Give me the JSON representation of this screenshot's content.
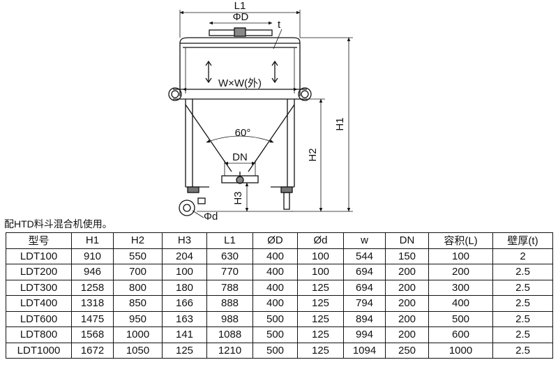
{
  "drawing": {
    "labels": {
      "l1": "L1",
      "phi_d_top": "ΦD",
      "t": "t",
      "wxw": "W×W(外)",
      "h1": "H1",
      "angle": "60°",
      "h2": "H2",
      "dn": "DN",
      "h3": "H3",
      "phi_d_wheel": "Φd"
    }
  },
  "caption": "配HTD料斗混合机使用。",
  "table": {
    "headers": [
      "型号",
      "H1",
      "H2",
      "H3",
      "L1",
      "ØD",
      "Ød",
      "w",
      "DN",
      "容积(L)",
      "壁厚(t)"
    ],
    "rows": [
      [
        "LDT100",
        "910",
        "550",
        "204",
        "630",
        "400",
        "100",
        "544",
        "150",
        "100",
        "2"
      ],
      [
        "LDT200",
        "946",
        "700",
        "100",
        "770",
        "400",
        "100",
        "694",
        "200",
        "200",
        "2.5"
      ],
      [
        "LDT300",
        "1258",
        "800",
        "180",
        "788",
        "400",
        "125",
        "694",
        "200",
        "300",
        "2.5"
      ],
      [
        "LDT400",
        "1318",
        "850",
        "166",
        "888",
        "400",
        "125",
        "794",
        "200",
        "400",
        "2.5"
      ],
      [
        "LDT600",
        "1475",
        "950",
        "163",
        "988",
        "500",
        "125",
        "894",
        "200",
        "500",
        "2.5"
      ],
      [
        "LDT800",
        "1568",
        "1000",
        "141",
        "1088",
        "500",
        "125",
        "994",
        "200",
        "600",
        "2.5"
      ],
      [
        "LDT1000",
        "1672",
        "1050",
        "125",
        "1210",
        "500",
        "125",
        "1094",
        "250",
        "1000",
        "2.5"
      ]
    ]
  }
}
